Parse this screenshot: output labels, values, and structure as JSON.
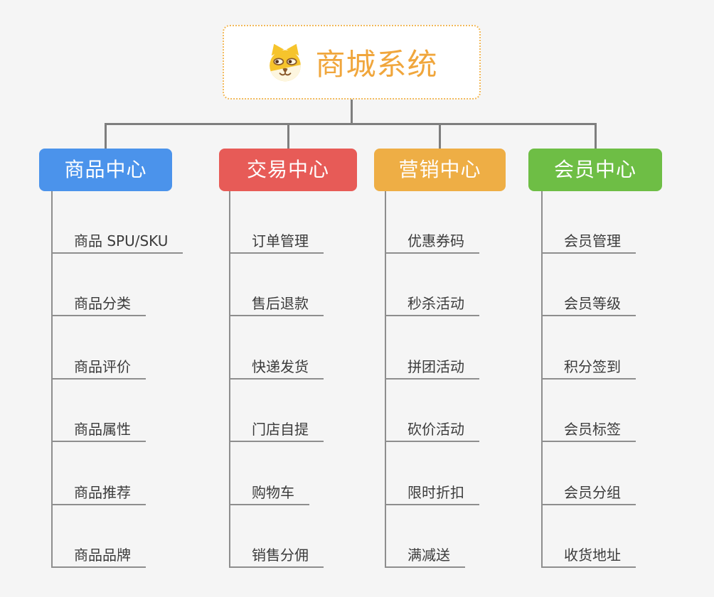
{
  "page": {
    "background_color": "#f5f5f5",
    "connector_color": "#7e7e7e",
    "leaf_line_color": "#8e8e8e",
    "leaf_text_color": "#3b3b3b"
  },
  "root": {
    "title": "商城系统",
    "title_color": "#f0a63c",
    "border_color": "#f2b95a",
    "icon": "dog-face-icon"
  },
  "branches": [
    {
      "label": "商品中心",
      "color": "#4b93eb",
      "items": [
        "商品 SPU/SKU",
        "商品分类",
        "商品评价",
        "商品属性",
        "商品推荐",
        "商品品牌"
      ]
    },
    {
      "label": "交易中心",
      "color": "#e75b57",
      "items": [
        "订单管理",
        "售后退款",
        "快递发货",
        "门店自提",
        "购物车",
        "销售分佣"
      ]
    },
    {
      "label": "营销中心",
      "color": "#eeae45",
      "items": [
        "优惠券码",
        "秒杀活动",
        "拼团活动",
        "砍价活动",
        "限时折扣",
        "满减送"
      ]
    },
    {
      "label": "会员中心",
      "color": "#6ebe45",
      "items": [
        "会员管理",
        "会员等级",
        "积分签到",
        "会员标签",
        "会员分组",
        "收货地址"
      ]
    }
  ]
}
